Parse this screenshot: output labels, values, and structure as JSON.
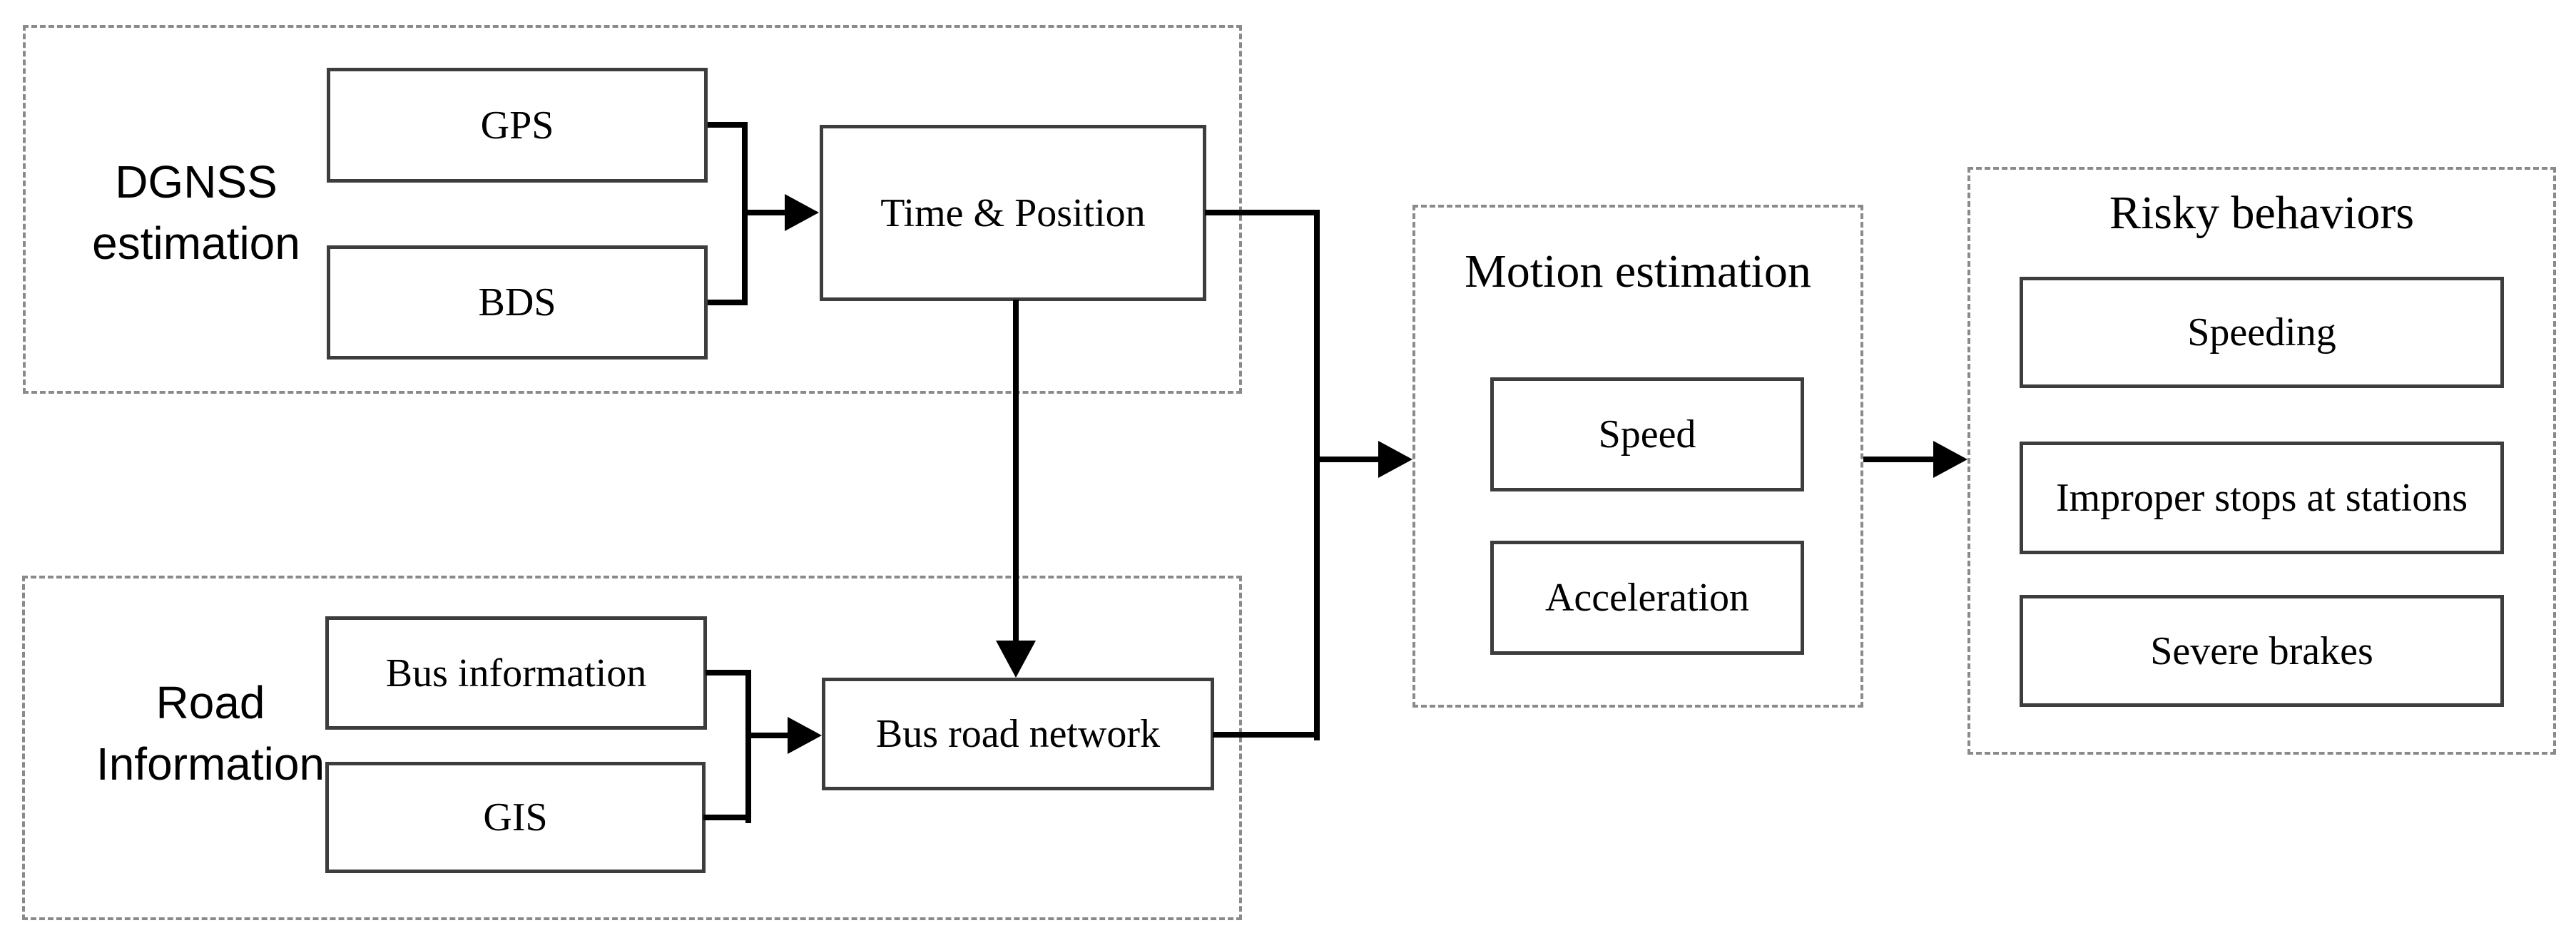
{
  "diagram": {
    "dgnss": {
      "label_line1": "DGNSS",
      "label_line2": "estimation",
      "gps": "GPS",
      "bds": "BDS",
      "time_position": "Time & Position"
    },
    "road": {
      "label_line1": "Road",
      "label_line2": "Information",
      "bus_information": "Bus information",
      "gis": "GIS",
      "bus_road_network": "Bus road network"
    },
    "motion": {
      "title": "Motion estimation",
      "speed": "Speed",
      "acceleration": "Acceleration"
    },
    "risky": {
      "title": "Risky behaviors",
      "speeding": "Speeding",
      "improper_stops": "Improper stops at stations",
      "severe_brakes": "Severe brakes"
    },
    "colors": {
      "connector": "#000000",
      "box_border": "#3d3d3d",
      "dashed_border": "#8a8a8a",
      "text": "#000000",
      "background": "#ffffff"
    }
  }
}
